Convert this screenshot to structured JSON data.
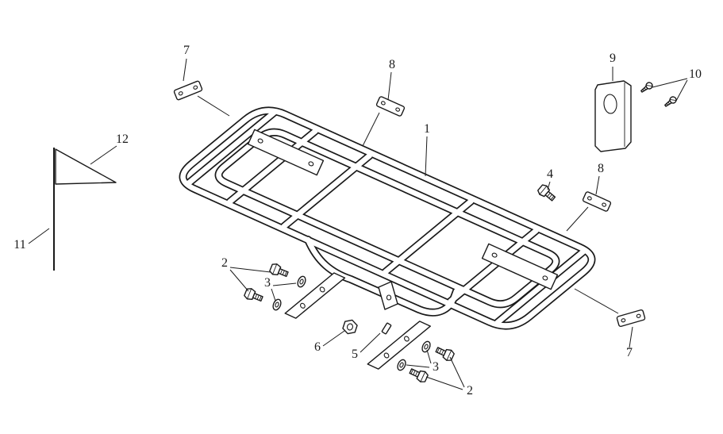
{
  "figure": {
    "kind": "exploded-parts-line-diagram",
    "subject": "tubular carrier rack with mounting hardware, reflector plates, bracket and flag pole",
    "ink_color": "#1a1a1a",
    "background_color": "#ffffff"
  },
  "callouts": [
    {
      "id": "callout-1",
      "label": "1"
    },
    {
      "id": "callout-2-left",
      "label": "2"
    },
    {
      "id": "callout-2-bottom",
      "label": "2"
    },
    {
      "id": "callout-3-left",
      "label": "3"
    },
    {
      "id": "callout-3-bottom",
      "label": "3"
    },
    {
      "id": "callout-4",
      "label": "4"
    },
    {
      "id": "callout-5",
      "label": "5"
    },
    {
      "id": "callout-6",
      "label": "6"
    },
    {
      "id": "callout-7-top",
      "label": "7"
    },
    {
      "id": "callout-7-bottom",
      "label": "7"
    },
    {
      "id": "callout-8-top",
      "label": "8"
    },
    {
      "id": "callout-8-right",
      "label": "8"
    },
    {
      "id": "callout-9",
      "label": "9"
    },
    {
      "id": "callout-10",
      "label": "10"
    },
    {
      "id": "callout-11",
      "label": "11"
    },
    {
      "id": "callout-12",
      "label": "12"
    }
  ]
}
